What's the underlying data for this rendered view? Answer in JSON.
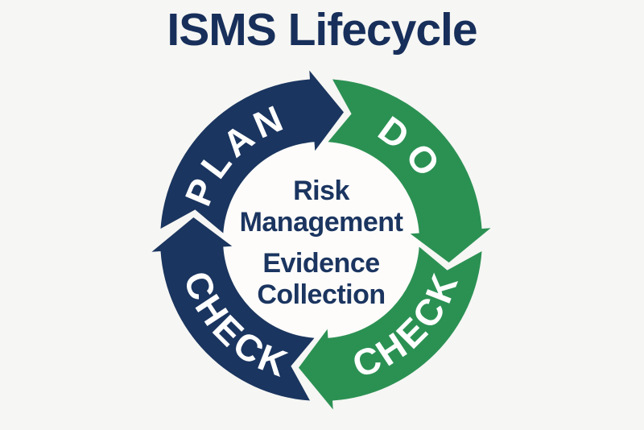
{
  "title": "ISMS Lifecycle",
  "colors": {
    "navy": "#1a355f",
    "green": "#2b9153",
    "label_text": "#ffffff",
    "center_text": "#1b3560",
    "title_text": "#172f5a",
    "background": "#f6f6f4",
    "inner_circle": "#fdfcfa"
  },
  "cycle": {
    "segments": [
      {
        "label": "PLAN",
        "color": "#1a355f",
        "position": "top-left"
      },
      {
        "label": "DO",
        "color": "#2b9153",
        "position": "top-right"
      },
      {
        "label": "CHECK",
        "color": "#2b9153",
        "position": "bottom-right"
      },
      {
        "label": "CHECK",
        "color": "#1a355f",
        "position": "bottom-left"
      }
    ]
  },
  "center_text": {
    "lines": [
      "Risk",
      "Management",
      "Evidence",
      "Collection"
    ]
  }
}
